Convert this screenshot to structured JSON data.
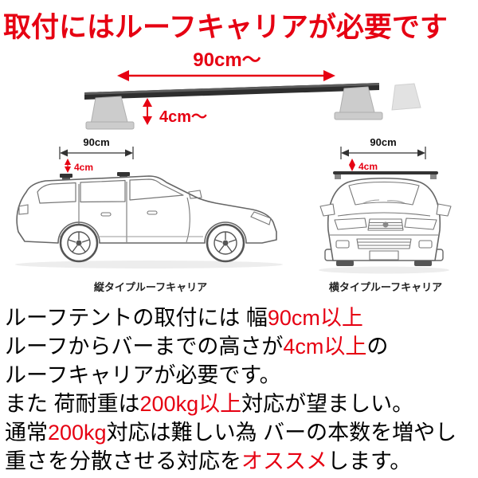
{
  "title": "取付にはルーフキャリアが必要です",
  "colors": {
    "accent_red": "#e60012",
    "text_black": "#000000",
    "line_gray": "#666666"
  },
  "bar_diagram": {
    "width_label": "90cm〜",
    "height_label": "4cm〜"
  },
  "side_car": {
    "width_label": "90cm",
    "height_label": "4cm",
    "caption": "縦タイプルーフキャリア"
  },
  "front_car": {
    "width_label": "90cm",
    "height_label": "4cm",
    "caption": "横タイプルーフキャリア"
  },
  "body": {
    "line1": {
      "b1": "ルーフテントの取付には 幅",
      "r": "90cm以上"
    },
    "line2": {
      "b1": "ルーフからバーまでの高さが",
      "r": "4cm以上",
      "b2": "の"
    },
    "line3": {
      "b1": "ルーフキャリアが必要です。"
    },
    "line4": {
      "b1": "また 荷耐重は",
      "r": "200kg以上",
      "b2": "対応が望ましい。"
    },
    "line5": {
      "b1": "通常",
      "r": "200kg",
      "b2": "対応は難しい為 バーの本数を増やし"
    },
    "line6": {
      "b1": "重さを分散させる対応を",
      "r": "オススメ",
      "b2": "します。"
    }
  }
}
